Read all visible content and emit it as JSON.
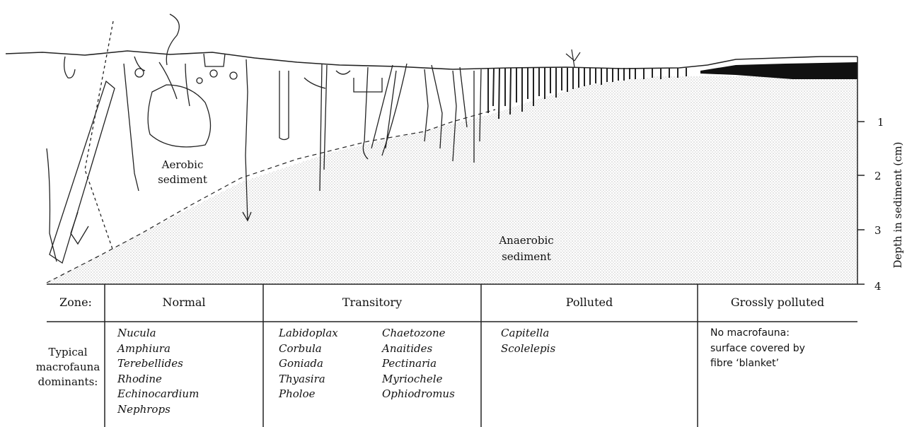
{
  "diagram": {
    "aerobic_label": [
      "Aerobic",
      "sediment"
    ],
    "anaerobic_label": [
      "Anaerobic",
      "sediment"
    ],
    "depth_axis": {
      "title": "Depth in sediment (cm)",
      "ticks": [
        "1",
        "2",
        "3",
        "4"
      ]
    }
  },
  "table": {
    "row_labels": {
      "zone": "Zone:",
      "dominants": [
        "Typical",
        "macrofauna",
        "dominants:"
      ]
    },
    "zones": [
      {
        "name": "Normal",
        "species_cols": [
          [
            "Nucula",
            "Amphiura",
            "Terebellides",
            "Rhodine",
            "Echinocardium",
            "Nephrops"
          ]
        ]
      },
      {
        "name": "Transitory",
        "species_cols": [
          [
            "Labidoplax",
            "Corbula",
            "Goniada",
            "Thyasira",
            "Pholoe"
          ],
          [
            "Chaetozone",
            "Anaitides",
            "Pectinaria",
            "Myriochele",
            "Ophiodromus"
          ]
        ]
      },
      {
        "name": "Polluted",
        "species_cols": [
          [
            "Capitella",
            "Scolelepis"
          ]
        ]
      },
      {
        "name": "Grossly polluted",
        "note": [
          "No macrofauna:",
          "surface covered by",
          "fibre ‘blanket’"
        ]
      }
    ]
  }
}
